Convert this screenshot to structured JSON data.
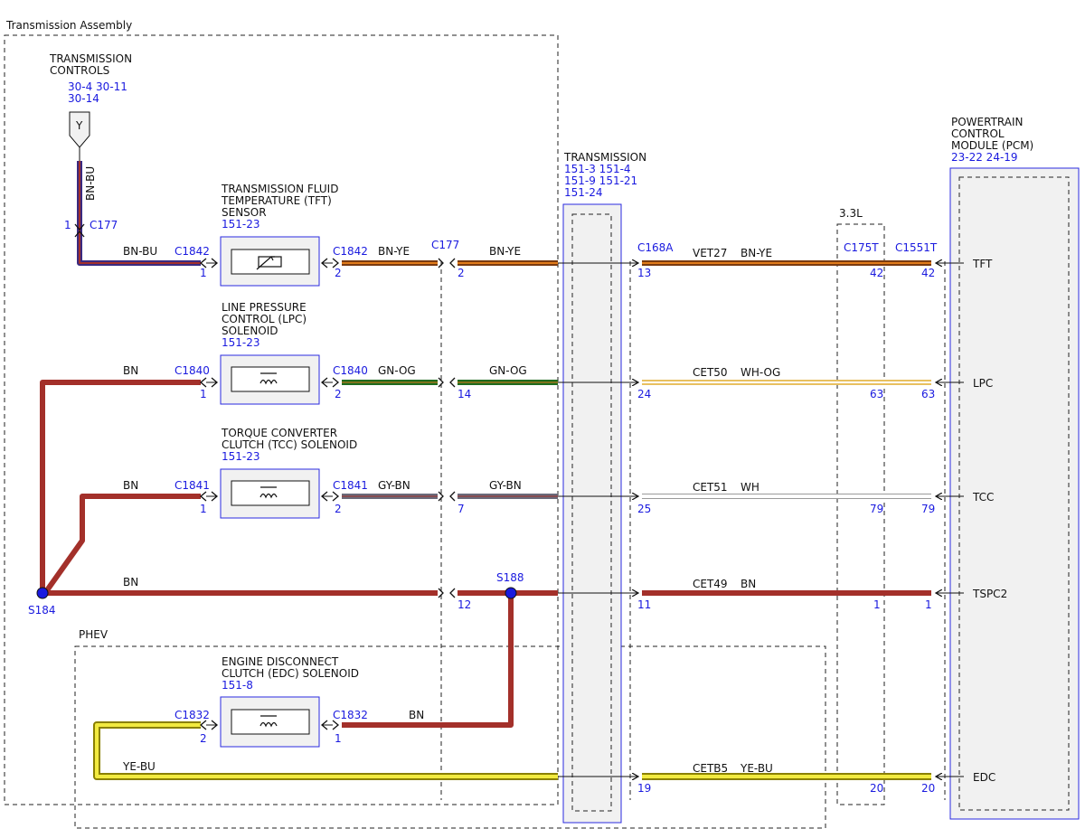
{
  "colors": {
    "BN": "#a3302a",
    "BU": "#5555cc",
    "YE": "#c8b800",
    "OG": "#e07b1a",
    "GN": "#2e8b2e",
    "WH": "#ffffff",
    "GY": "#8a8a8a",
    "ref_text": "#1a1adf"
  },
  "labels": {
    "transmission_assembly": "Transmission Assembly",
    "transmission_controls_1": "TRANSMISSION",
    "transmission_controls_2": "CONTROLS",
    "tc_refs_1": "30-4  30-11",
    "tc_refs_2": "30-14",
    "connector_y": "Y",
    "tft_1": "TRANSMISSION FLUID",
    "tft_2": "TEMPERATURE (TFT)",
    "tft_3": "SENSOR",
    "tft_ref": "151-23",
    "lpc_1": "LINE PRESSURE",
    "lpc_2": "CONTROL (LPC)",
    "lpc_3": "SOLENOID",
    "lpc_ref": "151-23",
    "tcc_1": "TORQUE CONVERTER",
    "tcc_2": "CLUTCH (TCC) SOLENOID",
    "tcc_ref": "151-23",
    "edc_1": "ENGINE DISCONNECT",
    "edc_2": "CLUTCH (EDC) SOLENOID",
    "edc_ref": "151-8",
    "phev": "PHEV",
    "trans_1": "TRANSMISSION",
    "trans_refs_1": "151-3 151-4",
    "trans_refs_2": "151-9  151-21",
    "trans_refs_3": "151-24",
    "engine": "3.3L",
    "pcm_1": "POWERTRAIN",
    "pcm_2": "CONTROL",
    "pcm_3": "MODULE (PCM)",
    "pcm_refs": "23-22 24-19",
    "s184": "S184",
    "s188": "S188",
    "c177_top": "C177",
    "pin_c177_top": "1"
  },
  "wires": {
    "bn_bu": "BN-BU",
    "bn_ye": "BN-YE",
    "gn_og": "GN-OG",
    "gy_bn": "GY-BN",
    "bn": "BN",
    "ye_bu": "YE-BU",
    "wh_og": "WH-OG",
    "wh": "WH"
  },
  "circuits": {
    "vet27": "VET27",
    "cet50": "CET50",
    "cet51": "CET51",
    "cet49": "CET49",
    "cetb5": "CETB5"
  },
  "connectors": {
    "c1842": "C1842",
    "c1840": "C1840",
    "c1841": "C1841",
    "c1832": "C1832",
    "c177": "C177",
    "c168a": "C168A",
    "c175t": "C175T",
    "c1551t": "C1551T"
  },
  "pins": {
    "tft_left": "1",
    "tft_right": "2",
    "tft_c177": "2",
    "tft_c168a": "13",
    "tft_c175t": "42",
    "tft_c1551t": "42",
    "lpc_left": "1",
    "lpc_right": "2",
    "lpc_c177": "14",
    "lpc_c168a": "24",
    "lpc_c175t": "63",
    "lpc_c1551t": "63",
    "tcc_left": "1",
    "tcc_right": "2",
    "tcc_c177": "7",
    "tcc_c168a": "25",
    "tcc_c175t": "79",
    "tcc_c1551t": "79",
    "tspc_c177": "12",
    "tspc_c168a": "11",
    "tspc_c175t": "1",
    "tspc_c1551t": "1",
    "edc_left": "2",
    "edc_right": "1",
    "edc_c168a": "19",
    "edc_c175t": "20",
    "edc_c1551t": "20"
  },
  "pcm_signals": {
    "tft": "TFT",
    "lpc": "LPC",
    "tcc": "TCC",
    "tspc2": "TSPC2",
    "edc": "EDC"
  }
}
